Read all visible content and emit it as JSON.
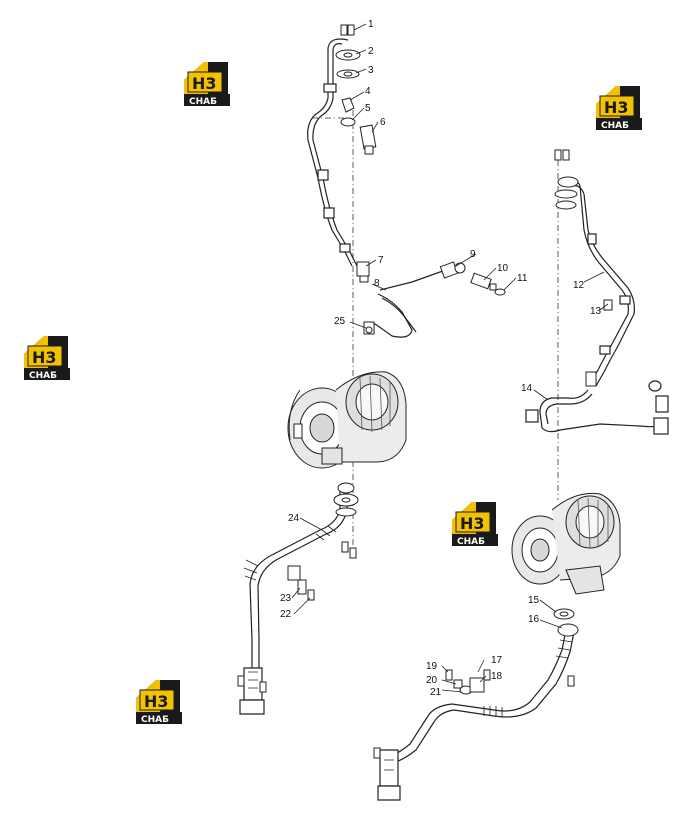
{
  "diagram": {
    "callouts": [
      "1",
      "2",
      "3",
      "4",
      "5",
      "6",
      "7",
      "8",
      "9",
      "10",
      "11",
      "12",
      "13",
      "14",
      "15",
      "16",
      "17",
      "18",
      "19",
      "20",
      "21",
      "22",
      "23",
      "24",
      "25"
    ]
  },
  "watermark": {
    "letters": "Н3",
    "label": "СНАБ",
    "brand_color": "#f2c200",
    "dark_color": "#1a1a1a"
  }
}
